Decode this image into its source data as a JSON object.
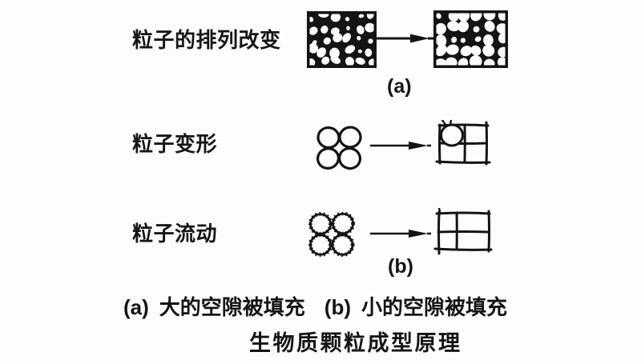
{
  "figure": {
    "title": "生物质颗粒成型原理",
    "rows": [
      {
        "label": "粒子的排列改变",
        "tag": "(a)"
      },
      {
        "label": "粒子变形",
        "tag": ""
      },
      {
        "label": "粒子流动",
        "tag": "(b)"
      }
    ],
    "captions": {
      "a_tag": "(a)",
      "a_text": "大的空隙被填充",
      "b_tag": "(b)",
      "b_text": "小的空隙被填充"
    },
    "colors": {
      "ink": "#141414",
      "paper": "#fdfdfd"
    }
  }
}
